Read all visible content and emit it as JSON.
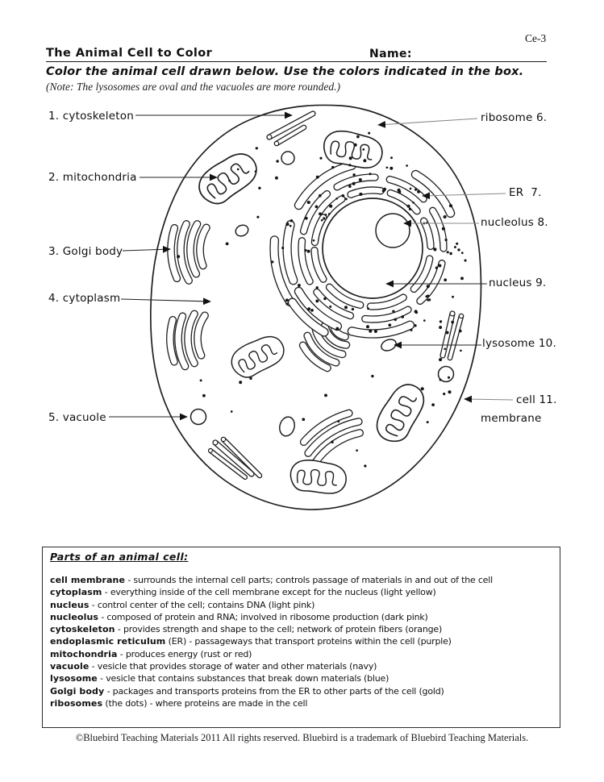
{
  "ink_color": "#1f1f1f",
  "paper_color": "#ffffff",
  "header": {
    "code": "Ce-3",
    "title": "The Animal Cell to Color",
    "name_label": "Name:",
    "instruction": "Color the animal cell drawn below. Use the colors indicated in the box.",
    "note": "(Note: The lysosomes are oval and the vacuoles are more rounded.)"
  },
  "diagram": {
    "labels": [
      {
        "id": "cytoskeleton",
        "text": "1. cytoskeleton"
      },
      {
        "id": "mitochondria",
        "text": "2. mitochondria"
      },
      {
        "id": "golgi-body",
        "text": "3. Golgi body"
      },
      {
        "id": "cytoplasm",
        "text": "4. cytoplasm"
      },
      {
        "id": "vacuole",
        "text": "5. vacuole"
      },
      {
        "id": "ribosome",
        "text": "ribosome 6."
      },
      {
        "id": "er",
        "text": "ER  7."
      },
      {
        "id": "nucleolus",
        "text": "nucleolus 8."
      },
      {
        "id": "nucleus",
        "text": "nucleus 9."
      },
      {
        "id": "lysosome",
        "text": "lysosome 10."
      },
      {
        "id": "cell-membrane-line1",
        "text": "cell 11."
      },
      {
        "id": "cell-membrane-line2",
        "text": "membrane"
      }
    ]
  },
  "parts_box": {
    "title": "Parts of an animal cell:",
    "parts": [
      {
        "term": "cell membrane",
        "suffix": "",
        "definition": " - surrounds the internal cell parts; controls passage of materials in and out of the cell"
      },
      {
        "term": "cytoplasm",
        "suffix": "",
        "definition": " - everything inside of the cell membrane except for the nucleus (light yellow)"
      },
      {
        "term": "nucleus",
        "suffix": "",
        "definition": " - control center of the cell; contains DNA (light pink)"
      },
      {
        "term": "nucleolus",
        "suffix": "",
        "definition": " - composed of protein and RNA; involved in ribosome production (dark pink)"
      },
      {
        "term": "cytoskeleton",
        "suffix": "",
        "definition": " - provides strength and shape to the cell; network of protein fibers (orange)"
      },
      {
        "term": "endoplasmic reticulum",
        "suffix": " (ER)",
        "definition": " - passageways that transport proteins within the cell (purple)"
      },
      {
        "term": "mitochondria",
        "suffix": "",
        "definition": " - produces energy (rust or red)"
      },
      {
        "term": "vacuole",
        "suffix": "",
        "definition": " - vesicle that provides storage of water and other materials (navy)"
      },
      {
        "term": "lysosome",
        "suffix": "",
        "definition": " - vesicle that contains substances that break down materials (blue)"
      },
      {
        "term": "Golgi body",
        "suffix": "",
        "definition": " - packages and transports proteins from the ER to other parts of the cell (gold)"
      },
      {
        "term": "ribosomes",
        "suffix": " (the dots)",
        "definition": " - where proteins are made in the cell"
      }
    ]
  },
  "footer": {
    "copyright": "©Bluebird Teaching Materials 2011 All rights reserved. Bluebird is a trademark of Bluebird Teaching Materials."
  }
}
